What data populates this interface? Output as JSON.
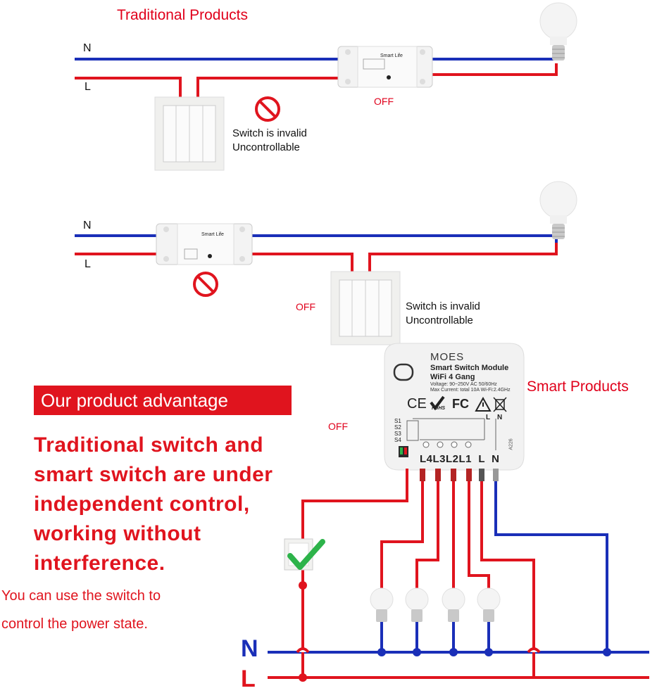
{
  "titles": {
    "traditional": "Traditional Products",
    "smart": "Smart Products"
  },
  "section1": {
    "n_label": "N",
    "l_label": "L",
    "off": "OFF",
    "note_line1": "Switch is invalid",
    "note_line2": "Uncontrollable"
  },
  "section2": {
    "n_label": "N",
    "l_label": "L",
    "off": "OFF",
    "note_line1": "Switch is invalid",
    "note_line2": "Uncontrollable"
  },
  "module": {
    "brand": "MOES",
    "name": "Smart Switch Module",
    "model": "WiFi 4 Gang",
    "voltage": "Voltage: 90~250V AC 50/60Hz",
    "current": "Max Current: total 10A Wi-Fi:2.4GHz",
    "cert_ce": "CE",
    "cert_rohs": "RoHS",
    "cert_fc": "FC",
    "s1": "S1",
    "s2": "S2",
    "s3": "S3",
    "s4": "S4",
    "top_l": "L",
    "top_n": "N",
    "terminals": "L4L3L2L1  L  N",
    "side_code": "A226",
    "small_label": "Smart Life"
  },
  "section3": {
    "off": "OFF",
    "banner": "Our product advantage",
    "advantage": [
      "Traditional switch and",
      "smart switch are under",
      "independent control,",
      "working without",
      "interference."
    ],
    "use_line1": "You can use the switch to",
    "use_line2": "control the power state.",
    "n_label": "N",
    "l_label": "L"
  },
  "colors": {
    "neutral_wire": "#1a2fb8",
    "live_wire": "#e0141e",
    "check": "#2db34a"
  }
}
